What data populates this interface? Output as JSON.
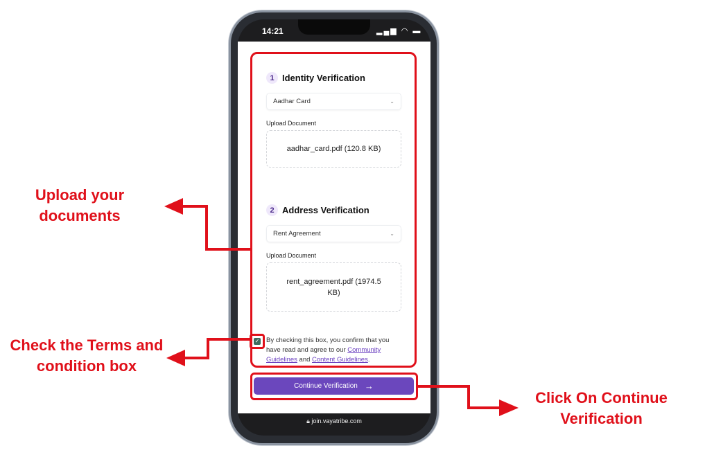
{
  "status_bar": {
    "time": "14:21"
  },
  "identity": {
    "step": "1",
    "title": "Identity Verification",
    "doc_type": "Aadhar Card",
    "upload_label": "Upload Document",
    "file": "aadhar_card.pdf (120.8 KB)"
  },
  "address": {
    "step": "2",
    "title": "Address Verification",
    "doc_type": "Rent Agreement",
    "upload_label": "Upload Document",
    "file": "rent_agreement.pdf (1974.5 KB)"
  },
  "terms": {
    "checked": true,
    "text_before": "By checking this box, you confirm that you have read and agree to our ",
    "link1": "Community Guidelines",
    "text_mid": " and ",
    "link2": "Content Guidelines",
    "text_end": "."
  },
  "continue_button": {
    "label": "Continue Verification"
  },
  "url": "join.vayatribe.com",
  "annotations": {
    "upload": "Upload your documents",
    "terms": "Check the Terms and condition box",
    "continue": "Click On Continue Verification"
  },
  "colors": {
    "accent": "#6b47bd",
    "annotation": "#e0101a"
  }
}
